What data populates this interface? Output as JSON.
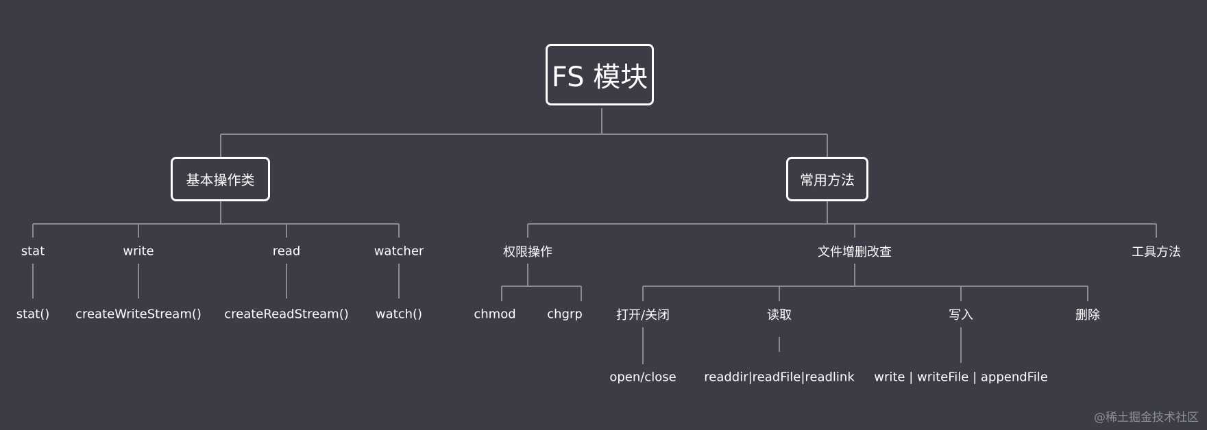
{
  "root": "FS 模块",
  "branches": {
    "basic": "基本操作类",
    "common": "常用方法"
  },
  "basic_ops": {
    "stat": "stat",
    "stat_fn": "stat()",
    "write": "write",
    "write_fn": "createWriteStream()",
    "read": "read",
    "read_fn": "createReadStream()",
    "watcher": "watcher",
    "watcher_fn": "watch()"
  },
  "permissions": {
    "label": "权限操作",
    "chmod": "chmod",
    "chgrp": "chgrp"
  },
  "file_crud": {
    "label": "文件增删改查",
    "open_close": "打开/关闭",
    "open_close_fn": "open/close",
    "read": "读取",
    "read_fn": "readdir|readFile|readlink",
    "write": "写入",
    "write_fn": "write | writeFile | appendFile",
    "delete": "删除"
  },
  "tools": "工具方法",
  "watermark": "@稀土掘金技术社区",
  "colors": {
    "background": "#3b3c45",
    "line": "#8a8b94",
    "text": "#ffffff"
  }
}
